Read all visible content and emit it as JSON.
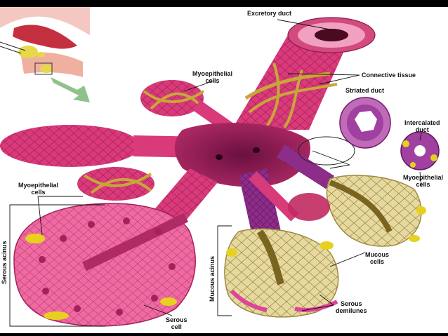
{
  "labels": {
    "excretory_duct": "Excretory duct",
    "myoepithelial_top_1": "Myoepithelial",
    "myoepithelial_top_2": "cells",
    "connective_tissue": "Connective tissue",
    "striated_duct": "Striated duct",
    "intercalated_duct_1": "Intercalated",
    "intercalated_duct_2": "duct",
    "myoepithelial_right_1": "Myoepithelial",
    "myoepithelial_right_2": "cells",
    "myoepithelial_left_1": "Myoepithelial",
    "myoepithelial_left_2": "cells",
    "mucous_cells_1": "Mucous",
    "mucous_cells_2": "cells",
    "serous_demilunes_1": "Serous",
    "serous_demilunes_2": "demilunes",
    "serous_cell_1": "Serous",
    "serous_cell_2": "cell",
    "serous_acinus": "Serous acinus",
    "mucous_acinus": "Mucous acinus"
  },
  "colors": {
    "duct_pink": "#d63a78",
    "acinus_pink": "#f06aa0",
    "purple": "#8e2c8a",
    "mucous_tan": "#e8dca0",
    "myoepithelial_yellow": "#e8d020",
    "connective_gold": "#c9a63a",
    "arrow_green": "#8fc28a"
  }
}
